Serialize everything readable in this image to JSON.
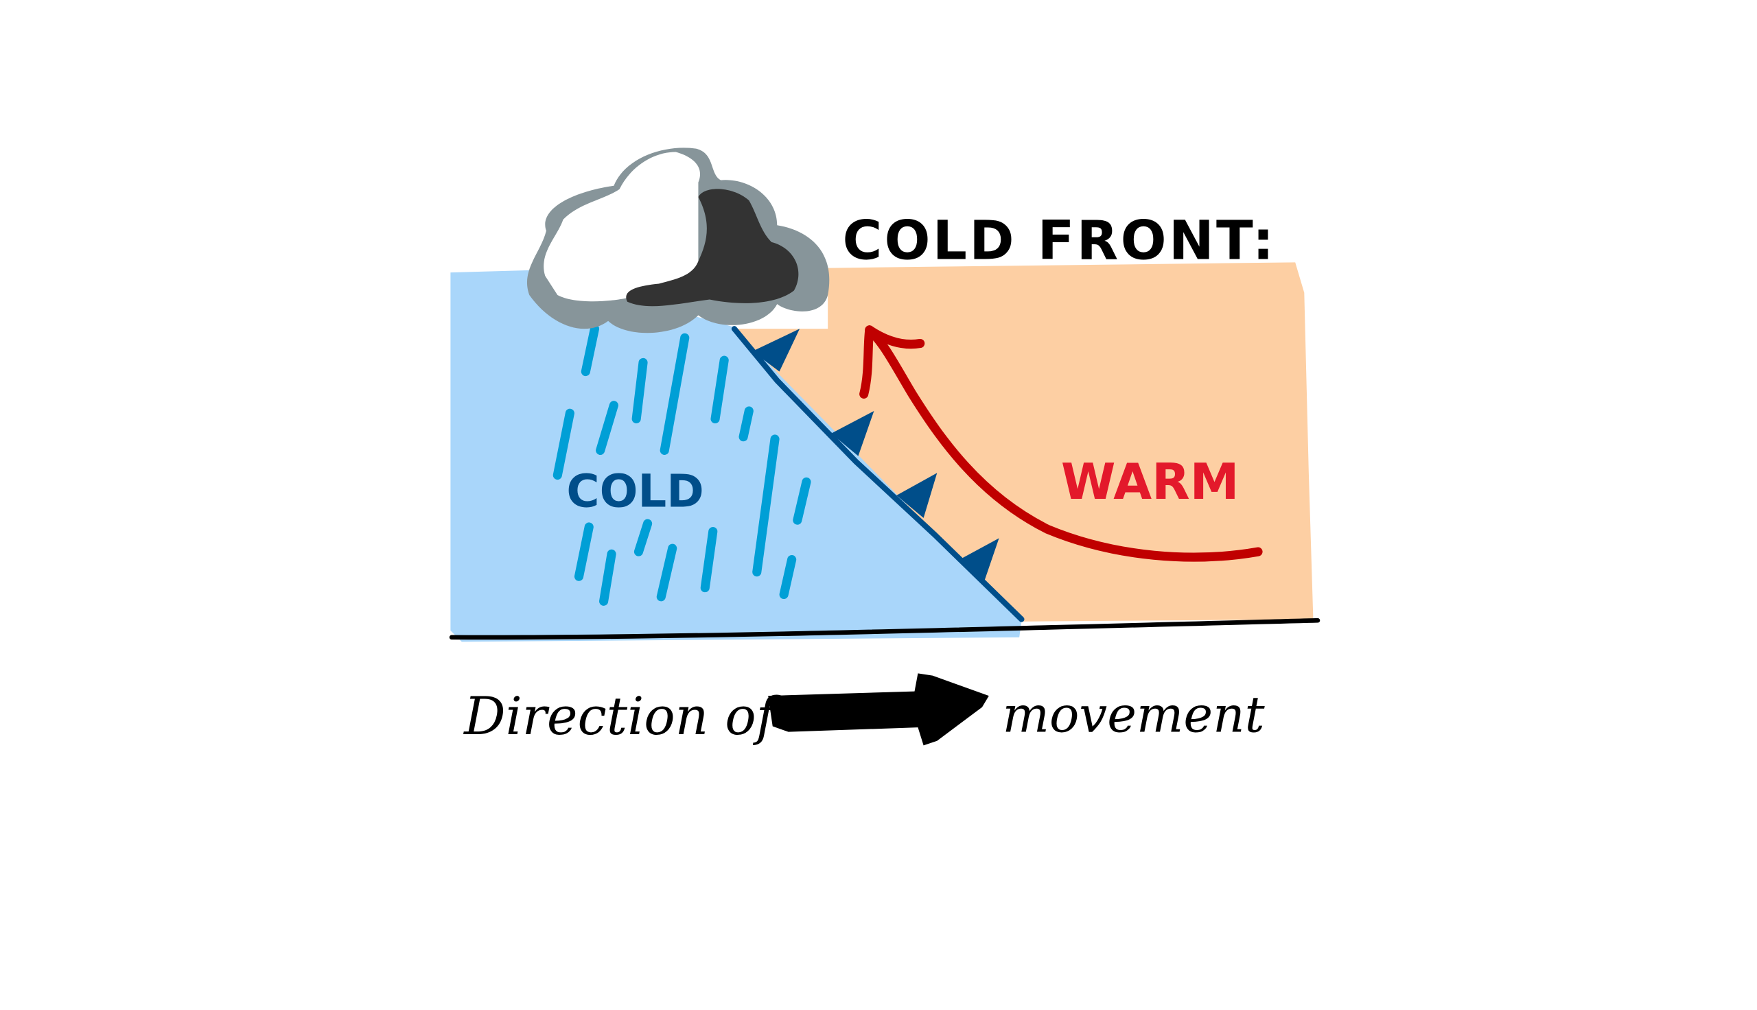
{
  "title": "COLD FRONT:",
  "labels": {
    "cold": "COLD",
    "warm": "WARM",
    "direction_prefix": "Direction of",
    "direction_suffix": "movement"
  },
  "colors": {
    "cold_air": "#A9D6FA",
    "warm_air": "#FDCFA3",
    "front_line": "#004E8A",
    "rain": "#009FD6",
    "warm_arrow": "#C00000",
    "warm_text": "#E3192B",
    "cold_text": "#004E8A",
    "cloud_outline": "#87959A",
    "cloud_dark": "#333333"
  }
}
